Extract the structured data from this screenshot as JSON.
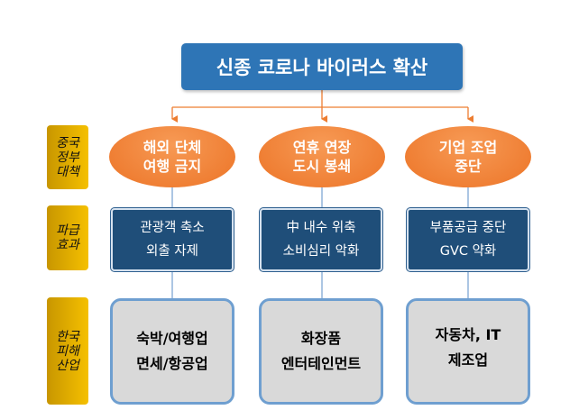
{
  "title": "신종 코로나 바이러스 확산",
  "row_labels": [
    "중국\n정부\n대책",
    "파급\n효과",
    "한국\n피해\n산업"
  ],
  "columns": [
    {
      "measure": "해외 단체\n여행 금지",
      "effect": "관광객 축소\n외출 자제",
      "industry": "숙박/여행업\n면세/항공업"
    },
    {
      "measure": "연휴 연장\n도시 봉쇄",
      "effect": "中 내수 위축\n소비심리 악화",
      "industry": "화장품\n엔터테인먼트"
    },
    {
      "measure": "기업 조업\n중단",
      "effect": "부품공급 중단\nGVC 약화",
      "industry": "자동차, IT\n제조업"
    }
  ],
  "colors": {
    "title_bg": "#2e75b6",
    "measure_bg": "#ed7d31",
    "effect_bg": "#1f4e79",
    "industry_bg": "#d9d9d9",
    "label_bg": "#f0b800",
    "arrow": "#ed7d31",
    "connector": "#7fa7d4"
  }
}
